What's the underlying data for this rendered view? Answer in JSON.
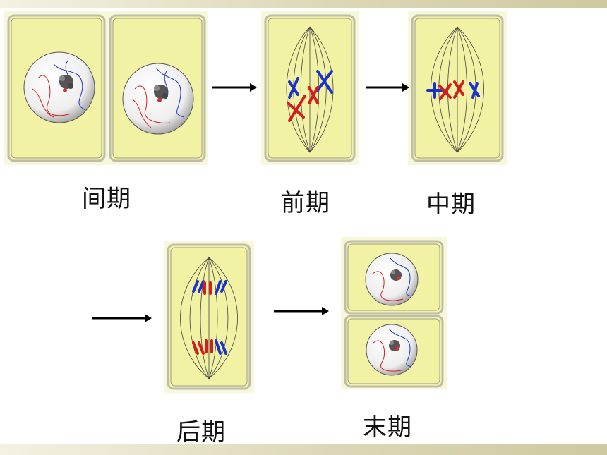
{
  "stages": {
    "interphase": "间期",
    "prophase": "前期",
    "metaphase": "中期",
    "anaphase": "后期",
    "telophase": "末期"
  },
  "colors": {
    "cell_fill": "#f2f2a4",
    "cell_wall": "#c9c9b8",
    "chromosome_red": "#d41d1d",
    "chromosome_blue": "#1c33c9",
    "background": "#ffffff",
    "band": "#dcd7b6"
  }
}
